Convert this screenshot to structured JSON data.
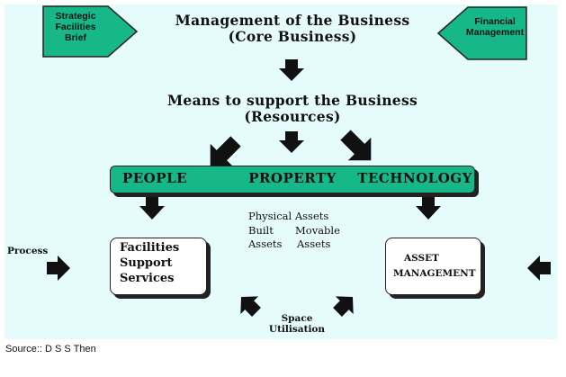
{
  "header": {
    "title_line1": "Management of the Business",
    "title_line2": "(Core Business)",
    "subtitle_line1": "Means to support the Business",
    "subtitle_line2": "(Resources)"
  },
  "tags": {
    "left": [
      "Strategic",
      "Facilities",
      "Brief"
    ],
    "right": [
      "Financial",
      "Management"
    ]
  },
  "resources": [
    "PEOPLE",
    "PROPERTY",
    "TECHNOLOGY"
  ],
  "assets": {
    "heading": "Physical Assets",
    "col1": [
      "Built",
      "Assets"
    ],
    "col2": [
      "Movable",
      "Assets"
    ]
  },
  "boxes": {
    "facilities": [
      "Facilities",
      "Support",
      "Services"
    ],
    "asset": [
      "ASSET",
      "MANAGEMENT"
    ]
  },
  "labels": {
    "process": "Process",
    "space": [
      "Space",
      "Utilisation"
    ]
  },
  "source": "Source:: D S S Then",
  "colors": {
    "panel": "#e6fbfb",
    "accent": "#16b788",
    "ink": "#111111"
  }
}
